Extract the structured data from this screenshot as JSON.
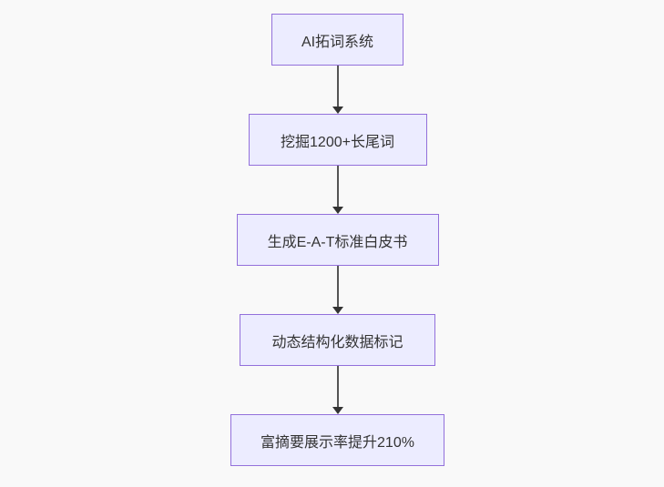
{
  "diagram": {
    "type": "flowchart",
    "direction": "top-to-bottom",
    "nodes": [
      {
        "label": "AI拓词系统"
      },
      {
        "label": "挖掘1200+长尾词"
      },
      {
        "label": "生成E-A-T标准白皮书"
      },
      {
        "label": "动态结构化数据标记"
      },
      {
        "label": "富摘要展示率提升210%"
      }
    ],
    "edges": [
      {
        "from": "AI拓词系统",
        "to": "挖掘1200+长尾词",
        "arrow": "down"
      },
      {
        "from": "挖掘1200+长尾词",
        "to": "生成E-A-T标准白皮书",
        "arrow": "down"
      },
      {
        "from": "生成E-A-T标准白皮书",
        "to": "动态结构化数据标记",
        "arrow": "down"
      },
      {
        "from": "动态结构化数据标记",
        "to": "富摘要展示率提升210%",
        "arrow": "down"
      }
    ],
    "colors": {
      "background": "#f9f9f9",
      "node_fill": "#ECECFF",
      "node_border": "#9370DB",
      "node_text": "#333333",
      "edge_line": "#555555",
      "arrowhead": "#333333"
    }
  }
}
